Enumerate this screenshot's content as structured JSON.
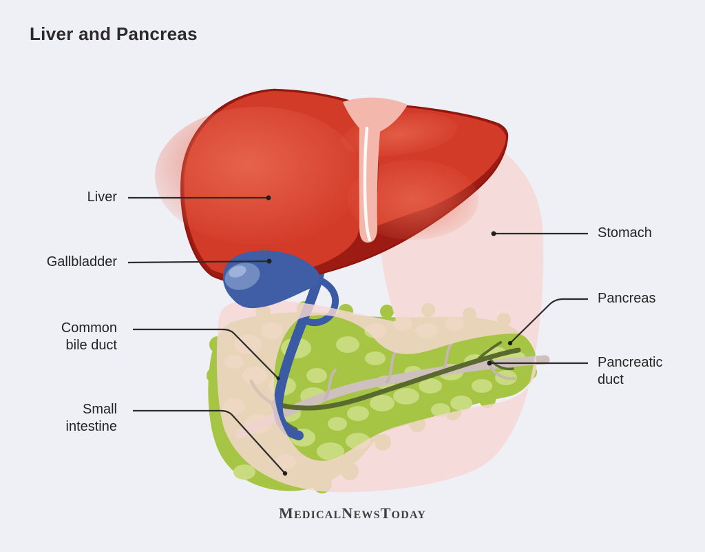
{
  "title": "Liver and Pancreas",
  "labels": {
    "liver": "Liver",
    "gallbladder": "Gallbladder",
    "common_bile_duct": "Common\nbile duct",
    "small_intestine": "Small\nintestine",
    "stomach": "Stomach",
    "pancreas": "Pancreas",
    "pancreatic_duct": "Pancreatic\nduct"
  },
  "logo": {
    "segments": [
      {
        "cap": "M",
        "rest": "EDICAL"
      },
      {
        "cap": "N",
        "rest": "EWS"
      },
      {
        "cap": "T",
        "rest": "ODAY"
      }
    ]
  },
  "colors": {
    "background": "#eff0f6",
    "title_text": "#2d2a2e",
    "label_text": "#242424",
    "leader_line": "#2b2b2b",
    "leader_dot": "#1f1f1f",
    "liver_red": "#d23b28",
    "liver_dark": "#9c1b13",
    "liver_outline": "#8f150d",
    "liver_highlight": "#ea6a52",
    "ligament_pink": "#f3b7ac",
    "ligament_gloss": "#ffffff",
    "gallbladder_blue": "#3f5ea6",
    "gallbladder_light": "#7b93c6",
    "gallbladder_gloss": "#a9bcdf",
    "duct_blue": "#3a5aa3",
    "stomach_pink": "#f6d7d3",
    "pancreas_green": "#a6c544",
    "pancreas_lobule": "#c8db7e",
    "pancreas_duct": "#5a6a2e",
    "vessel": "#cec0bc",
    "vessel_branch": "#c6b6b2",
    "logo_text": "#3f3f3f"
  }
}
